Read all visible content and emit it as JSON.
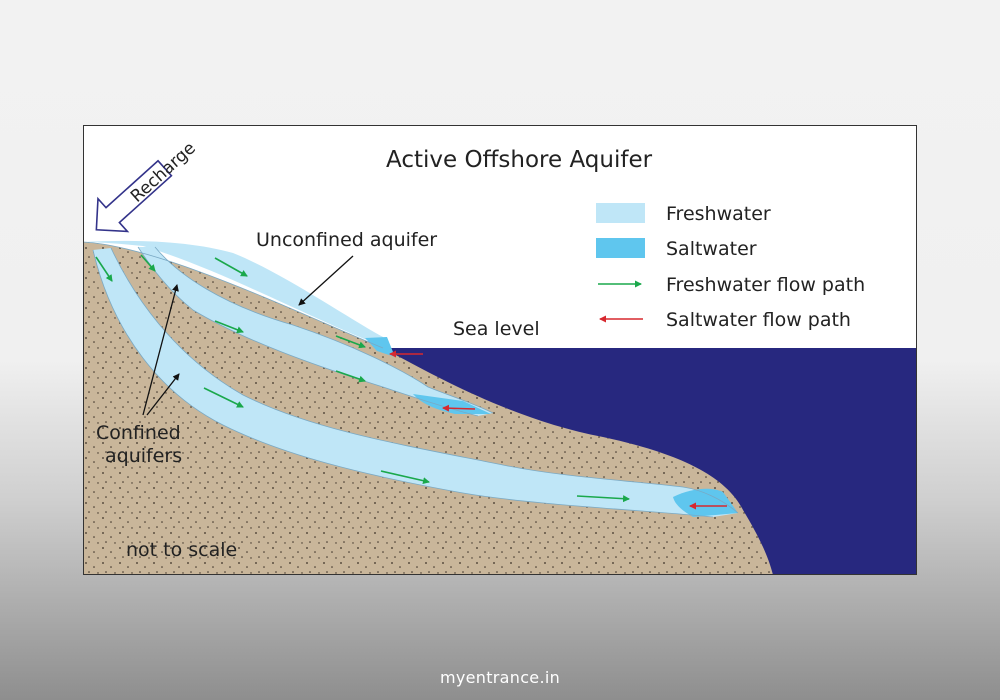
{
  "diagram": {
    "title": "Active Offshore Aquifer",
    "recharge_label": "Recharge",
    "unconfined_label": "Unconfined aquifer",
    "sea_level_label": "Sea level",
    "confined_label_line1": "Confined",
    "confined_label_line2": "aquifers",
    "scale_note": "not to scale",
    "legend": [
      {
        "label": "Freshwater",
        "color": "#bfe6f7"
      },
      {
        "label": "Saltwater",
        "color": "#5fc6ee"
      },
      {
        "label": "Freshwater flow path",
        "color": "#1aa84b"
      },
      {
        "label": "Saltwater flow path",
        "color": "#d7282f"
      }
    ],
    "colors": {
      "sea": "#27287f",
      "ground": "#c9b69a",
      "freshwater": "#bfe6f7",
      "saltwater": "#5fc6ee",
      "fresh_arrow": "#1aa84b",
      "salt_arrow": "#d7282f"
    }
  },
  "footer": {
    "site": "myentrance.in"
  }
}
